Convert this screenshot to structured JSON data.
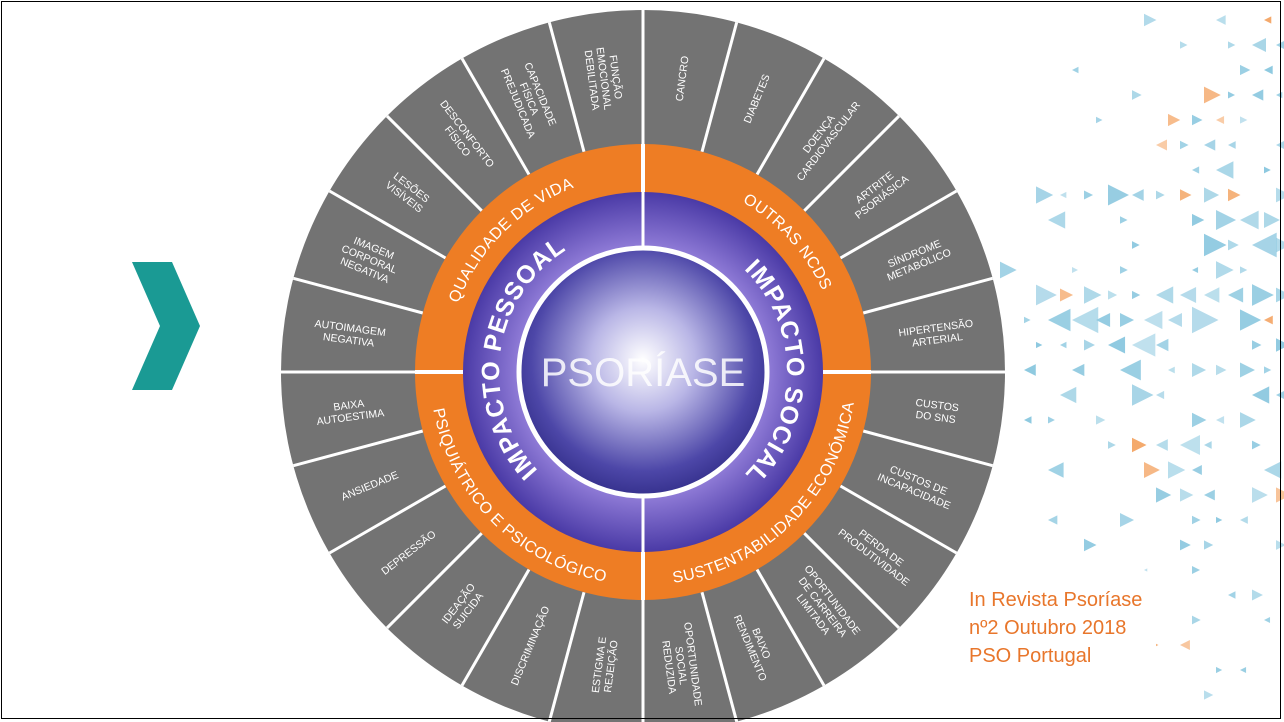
{
  "center_label": "PSORÍASE",
  "inner_ring": {
    "left": "IMPACTO PESSOAL",
    "right": "IMPACTO SOCIAL"
  },
  "orange_ring": [
    "QUALIDADE DE VIDA",
    "OUTRAS NCDS",
    "SUSTENTABILIDADE ECONÓMICA",
    "PSIQUIÁTRICO E PSICOLÓGICO"
  ],
  "outer_segments": [
    [
      "CANCRO"
    ],
    [
      "DIABETES"
    ],
    [
      "DOENÇA",
      "CARDIOVASCULAR"
    ],
    [
      "ARTRITE",
      "PSORIÁSICA"
    ],
    [
      "SÍNDROME",
      "METABÓLICO"
    ],
    [
      "HIPERTENSÃO",
      "ARTERIAL"
    ],
    [
      "CUSTOS",
      "DO SNS"
    ],
    [
      "CUSTOS DE",
      "INCAPACIDADE"
    ],
    [
      "PERDA DE",
      "PRODUTIVIDADE"
    ],
    [
      "OPORTUNIDADE",
      "DE CARREIRA",
      "LIMITADA"
    ],
    [
      "BAIXO",
      "RENDIMENTO"
    ],
    [
      "OPORTUNIDADE",
      "SOCIAL",
      "REDUZIDA"
    ],
    [
      "ESTIGMA E",
      "REJEIÇÃO"
    ],
    [
      "DISCRIMINAÇÃO"
    ],
    [
      "IDEAÇÃO",
      "SUICIDA"
    ],
    [
      "DEPRESSÃO"
    ],
    [
      "ANSIEDADE"
    ],
    [
      "BAIXA",
      "AUTOESTIMA"
    ],
    [
      "AUTOIMAGEM",
      "NEGATIVA"
    ],
    [
      "IMAGEM",
      "CORPORAL",
      "NEGATIVA"
    ],
    [
      "LESÕES",
      "VISÍVEIS"
    ],
    [
      "DESCONFORTO",
      "FÍSICO"
    ],
    [
      "CAPACIDADE",
      "FÍSICA",
      "PREJUDICADA"
    ],
    [
      "FUNÇÃO",
      "EMOCIONAL",
      "DEBILITADA"
    ]
  ],
  "citation": {
    "line1": "In Revista Psoríase",
    "line2": "nº2 Outubro 2018",
    "line3": "PSO Portugal"
  },
  "colors": {
    "outer_ring": "#737373",
    "orange_ring": "#ee7d24",
    "inner_ring": "#6a4fb6",
    "core": "#3a3590",
    "chevron": "#1a9a94",
    "citation": "#e8762b",
    "triangles_blue": "#8ec9e0",
    "triangles_orange": "#f4a86a"
  },
  "icons": [
    "chevron-right-icon",
    "triangle-pattern"
  ]
}
